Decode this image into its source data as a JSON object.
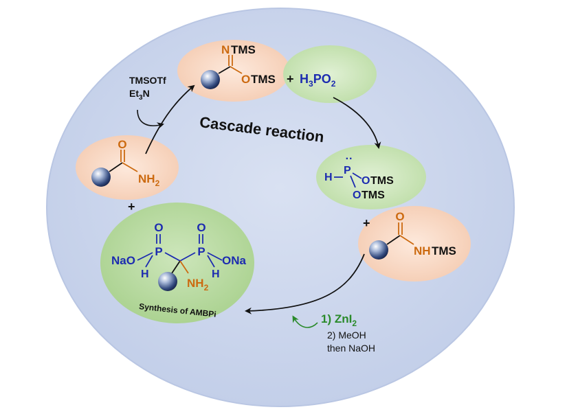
{
  "title": "Cascade reaction",
  "colors": {
    "background_disc": "#ccd6ec",
    "disc_edge": "#b7c4e2",
    "orange_blob": "#f8d9c7",
    "green_blob": "#cfe7bf",
    "green_blob_large": "#bddca7",
    "orange_text": "#cc6a10",
    "blue_text": "#1c2bb0",
    "black_text": "#111111",
    "green_reagent": "#2a8a2a"
  },
  "amide": {
    "O": "O",
    "NH": "NH",
    "H_sub": "2"
  },
  "reagents_1": {
    "line1": "TMSOTf",
    "line2_main": "Et",
    "line2_sub": "3",
    "line2_end": "N"
  },
  "imidate": {
    "N": "N",
    "NTMS": "TMS",
    "O": "O",
    "OTMS": "TMS"
  },
  "plus_1": "+",
  "hypophosphorous": {
    "H": "H",
    "H_sub": "3",
    "PO": "PO",
    "PO_sub": "2"
  },
  "phosphonite": {
    "lone_pair": "··",
    "H": "H",
    "P": "P",
    "O1": "O",
    "O1_TMS": "TMS",
    "O2": "O",
    "O2_TMS": "TMS"
  },
  "plus_2": "+",
  "silyl_amide": {
    "O": "O",
    "NH": "NH",
    "TMS": "TMS"
  },
  "reagents_2": {
    "step1_num": "1) ",
    "step1_main": "ZnI",
    "step1_sub": "2",
    "step2_line1": "2) MeOH",
    "step2_line2": "then NaOH"
  },
  "plus_3": "+",
  "ambpi": {
    "O_left": "O",
    "O_right": "O",
    "P_left": "P",
    "P_right": "P",
    "NaO": "NaO",
    "ONa": "ONa",
    "H_left": "H",
    "H_right": "H",
    "NH": "NH",
    "NH_sub": "2"
  },
  "product_label": "Synthesis of AMBPi"
}
